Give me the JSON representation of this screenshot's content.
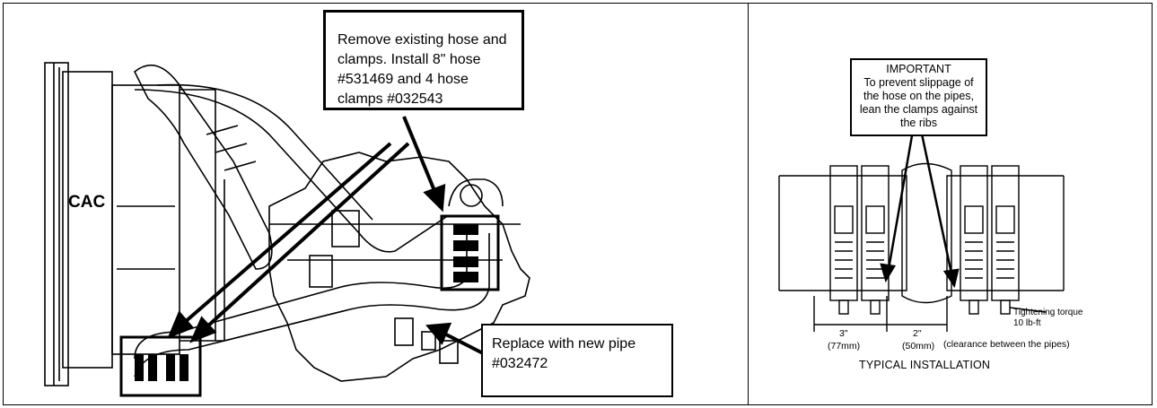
{
  "left_figure": {
    "cac_label": "CAC",
    "callout_hose": "Remove existing hose and clamps. Install 8\" hose #531469 and 4 hose clamps #032543",
    "callout_pipe": "Replace with new pipe #032472"
  },
  "right_figure": {
    "important_title": "IMPORTANT",
    "important_text": "To prevent slippage of the hose on the pipes, lean the clamps against the ribs",
    "dim_left_in": "3\"",
    "dim_left_mm": "(77mm)",
    "dim_mid_in": "2\"",
    "dim_mid_mm": "(50mm)",
    "clearance_note": "(clearance between the pipes)",
    "torque_line1": "Tightening torque",
    "torque_line2": "10 lb-ft",
    "caption": "TYPICAL INSTALLATION"
  }
}
